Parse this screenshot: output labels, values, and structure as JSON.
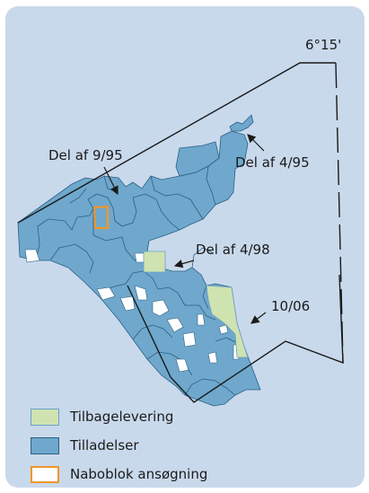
{
  "map": {
    "coordinate_label": "6°15'",
    "labels": {
      "del_9_95": "Del af 9/95",
      "del_4_95": "Del af 4/95",
      "del_4_98": "Del af 4/98",
      "block_10_06": "10/06"
    },
    "colors": {
      "background": "#c9d9ec",
      "licence_fill": "#6fa8cc",
      "licence_stroke": "#2b5f86",
      "relinquishment_fill": "#cfe3b0",
      "neighbour_block_outline": "#f0962a",
      "outline": "#1a1a1a"
    }
  },
  "legend": {
    "items": [
      {
        "label": "Tilbagelevering",
        "fill": "#cfe3b0",
        "stroke": "#6aa0c6"
      },
      {
        "label": "Tilladelser",
        "fill": "#6fa8cc",
        "stroke": "#2b5f86"
      },
      {
        "label": "Naboblok ansøgning",
        "fill": "#ffffff",
        "stroke": "#f0962a"
      }
    ]
  }
}
